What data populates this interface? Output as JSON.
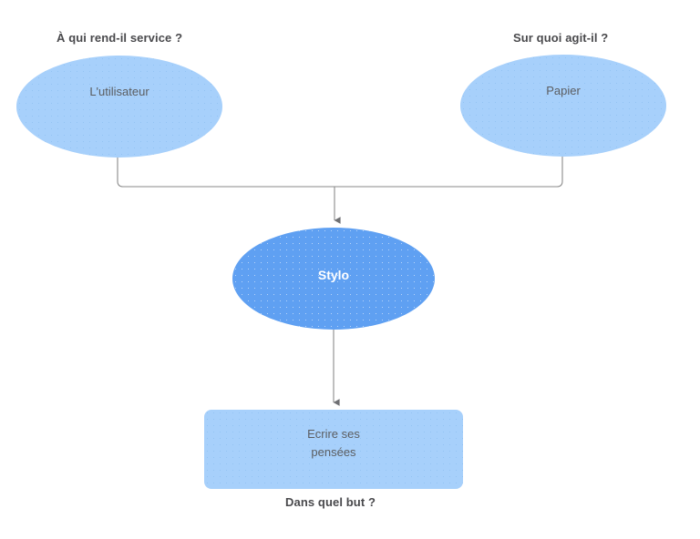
{
  "diagram": {
    "title": "Stylo",
    "type": "functional-analysis-octopus-diagram",
    "colors": {
      "node_light_fill": "#a7d0fb",
      "node_strong_fill": "#5fa0f2",
      "connector": "#8a8a8a",
      "label_text": "#49494c",
      "node_text": "#5b5d60",
      "center_node_text": "#ffffff",
      "background": "#ffffff"
    },
    "labels": [
      {
        "id": "left",
        "text": "À qui rend-il service ?"
      },
      {
        "id": "right",
        "text": "Sur quoi agit-il ?"
      },
      {
        "id": "bottom",
        "text": "Dans quel but ?"
      }
    ],
    "nodes": [
      {
        "id": "user",
        "shape": "ellipse",
        "text": "L'utilisateur"
      },
      {
        "id": "paper",
        "shape": "ellipse",
        "text": "Papier"
      },
      {
        "id": "stylo",
        "shape": "ellipse",
        "text": "Stylo"
      },
      {
        "id": "purpose",
        "shape": "rectangle",
        "line1": "Ecrire ses",
        "line2": "pensées"
      }
    ],
    "connectors": [
      {
        "from": "user",
        "to": "stylo",
        "style": "elbow-arrow"
      },
      {
        "from": "paper",
        "to": "stylo",
        "style": "elbow-arrow"
      },
      {
        "from": "stylo",
        "to": "purpose",
        "style": "straight-arrow"
      }
    ]
  }
}
